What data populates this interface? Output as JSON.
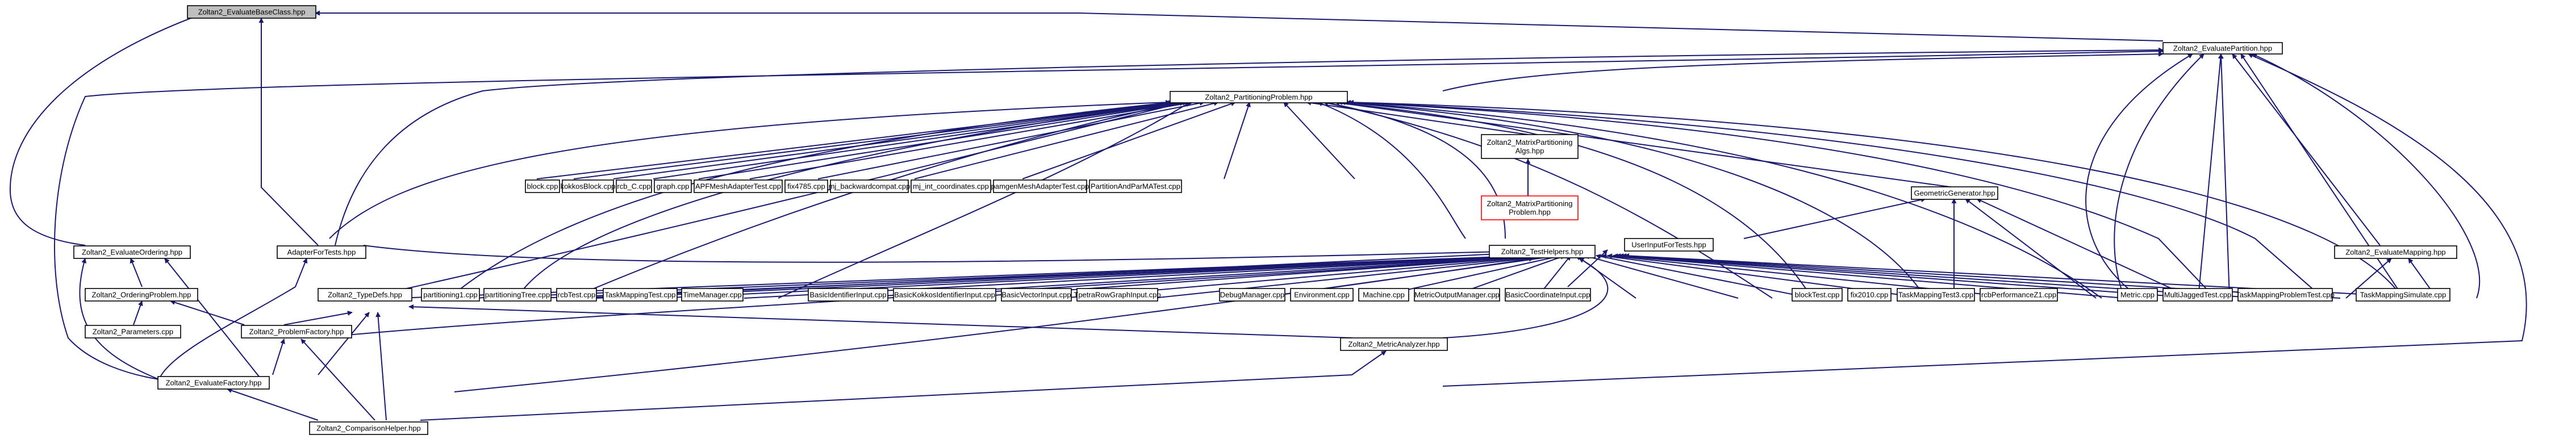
{
  "colors": {
    "edge": "#191970",
    "node_border": "#000000",
    "root_fill": "#bfbfbf",
    "highlight_border": "#ff0000",
    "background": "#ffffff"
  },
  "nodes": {
    "n0": {
      "lines": [
        "Zoltan2_EvaluateBaseClass.hpp"
      ]
    },
    "n1": {
      "lines": [
        "Zoltan2_EvaluatePartition.hpp"
      ]
    },
    "n2": {
      "lines": [
        "Zoltan2_PartitioningProblem.hpp"
      ]
    },
    "n3": {
      "lines": [
        "Zoltan2_EvaluateOrdering.hpp"
      ]
    },
    "n4": {
      "lines": [
        "AdapterForTests.hpp"
      ]
    },
    "n5": {
      "lines": [
        "Zoltan2_EvaluateMapping.hpp"
      ]
    },
    "n6": {
      "lines": [
        "block.cpp"
      ]
    },
    "n7": {
      "lines": [
        "kokkosBlock.cpp"
      ]
    },
    "n8": {
      "lines": [
        "rcb_C.cpp"
      ]
    },
    "n9": {
      "lines": [
        "graph.cpp"
      ]
    },
    "n10": {
      "lines": [
        "APFMeshAdapterTest.cpp"
      ]
    },
    "n11": {
      "lines": [
        "fix4785.cpp"
      ]
    },
    "n12": {
      "lines": [
        "mj_backwardcompat.cpp"
      ]
    },
    "n13": {
      "lines": [
        "mj_int_coordinates.cpp"
      ]
    },
    "n14": {
      "lines": [
        "pamgenMeshAdapterTest.cpp"
      ]
    },
    "n15": {
      "lines": [
        "PartitionAndParMATest.cpp"
      ]
    },
    "n16": {
      "lines": [
        "Zoltan2_MatrixPartitioning",
        "Algs.hpp"
      ]
    },
    "n17": {
      "lines": [
        "Zoltan2_MatrixPartitioning",
        "Problem.hpp"
      ]
    },
    "n18": {
      "lines": [
        "GeometricGenerator.hpp"
      ]
    },
    "n19": {
      "lines": [
        "UserInputForTests.hpp"
      ]
    },
    "n20": {
      "lines": [
        "Zoltan2_TestHelpers.hpp"
      ]
    },
    "n21": {
      "lines": [
        "Zoltan2_OrderingProblem.hpp"
      ]
    },
    "n22": {
      "lines": [
        "Zoltan2_TypeDefs.hpp"
      ]
    },
    "n23": {
      "lines": [
        "partitioning1.cpp"
      ]
    },
    "n24": {
      "lines": [
        "partitioningTree.cpp"
      ]
    },
    "n25": {
      "lines": [
        "rcbTest.cpp"
      ]
    },
    "n26": {
      "lines": [
        "TaskMappingTest.cpp"
      ]
    },
    "n27": {
      "lines": [
        "TimeManager.cpp"
      ]
    },
    "n28": {
      "lines": [
        "BasicIdentifierInput.cpp"
      ]
    },
    "n29": {
      "lines": [
        "BasicKokkosIdentifierInput.cpp"
      ]
    },
    "n30": {
      "lines": [
        "BasicVectorInput.cpp"
      ]
    },
    "n31": {
      "lines": [
        "TpetraRowGraphInput.cpp"
      ]
    },
    "n32": {
      "lines": [
        "DebugManager.cpp"
      ]
    },
    "n33": {
      "lines": [
        "Environment.cpp"
      ]
    },
    "n34": {
      "lines": [
        "Machine.cpp"
      ]
    },
    "n35": {
      "lines": [
        "MetricOutputManager.cpp"
      ]
    },
    "n36": {
      "lines": [
        "BasicCoordinateInput.cpp"
      ]
    },
    "n37": {
      "lines": [
        "blockTest.cpp"
      ]
    },
    "n38": {
      "lines": [
        "fix2010.cpp"
      ]
    },
    "n39": {
      "lines": [
        "TaskMappingTest3.cpp"
      ]
    },
    "n40": {
      "lines": [
        "rcbPerformanceZ1.cpp"
      ]
    },
    "n41": {
      "lines": [
        "Metric.cpp"
      ]
    },
    "n42": {
      "lines": [
        "MultiJaggedTest.cpp"
      ]
    },
    "n43": {
      "lines": [
        "TaskMappingProblemTest.cpp"
      ]
    },
    "n44": {
      "lines": [
        "TaskMappingSimulate.cpp"
      ]
    },
    "n45": {
      "lines": [
        "Zoltan2_Parameters.cpp"
      ]
    },
    "n46": {
      "lines": [
        "Zoltan2_ProblemFactory.hpp"
      ]
    },
    "n47": {
      "lines": [
        "Zoltan2_MetricAnalyzer.hpp"
      ]
    },
    "n48": {
      "lines": [
        "Zoltan2_EvaluateFactory.hpp"
      ]
    },
    "n49": {
      "lines": [
        "Zoltan2_ComparisonHelper.hpp"
      ]
    }
  }
}
